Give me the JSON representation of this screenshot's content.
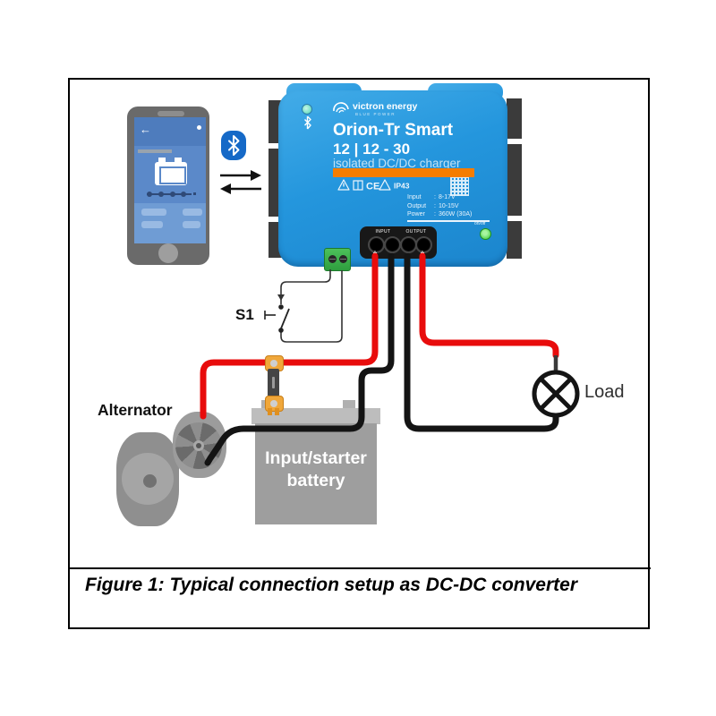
{
  "figure": {
    "caption": "Figure 1: Typical connection setup as DC-DC converter"
  },
  "phone": {
    "back_arrow": "←"
  },
  "device": {
    "brand": "victron energy",
    "brand_sub": "blue power",
    "product": "Orion-Tr Smart",
    "model": "12 | 12 - 30",
    "type_line": "isolated DC/DC charger",
    "cert_ce": "CE",
    "cert_ip": "IP43",
    "spec_colon": ":",
    "specs": [
      {
        "label": "Input",
        "value": "8-17V"
      },
      {
        "label": "Output",
        "value": "10-15V"
      },
      {
        "label": "Power",
        "value": "360W (30A)"
      }
    ],
    "onoff": "on/off",
    "terminal_groups": [
      "INPUT",
      "OUTPUT"
    ],
    "terminal_signs": [
      "+",
      "-",
      "-",
      "+"
    ]
  },
  "diagram": {
    "switch_label": "S1",
    "alternator_label": "Alternator",
    "battery_label": "Input/starter battery",
    "load_label": "Load"
  },
  "colors": {
    "wire_positive": "#e80c0c",
    "wire_negative": "#141414",
    "case_blue": "#2496dd",
    "accent_orange": "#f57d00",
    "screen_blue": "#5b89c9",
    "bluetooth_blue": "#1569c7",
    "fuse_orange": "#f0a73a"
  }
}
